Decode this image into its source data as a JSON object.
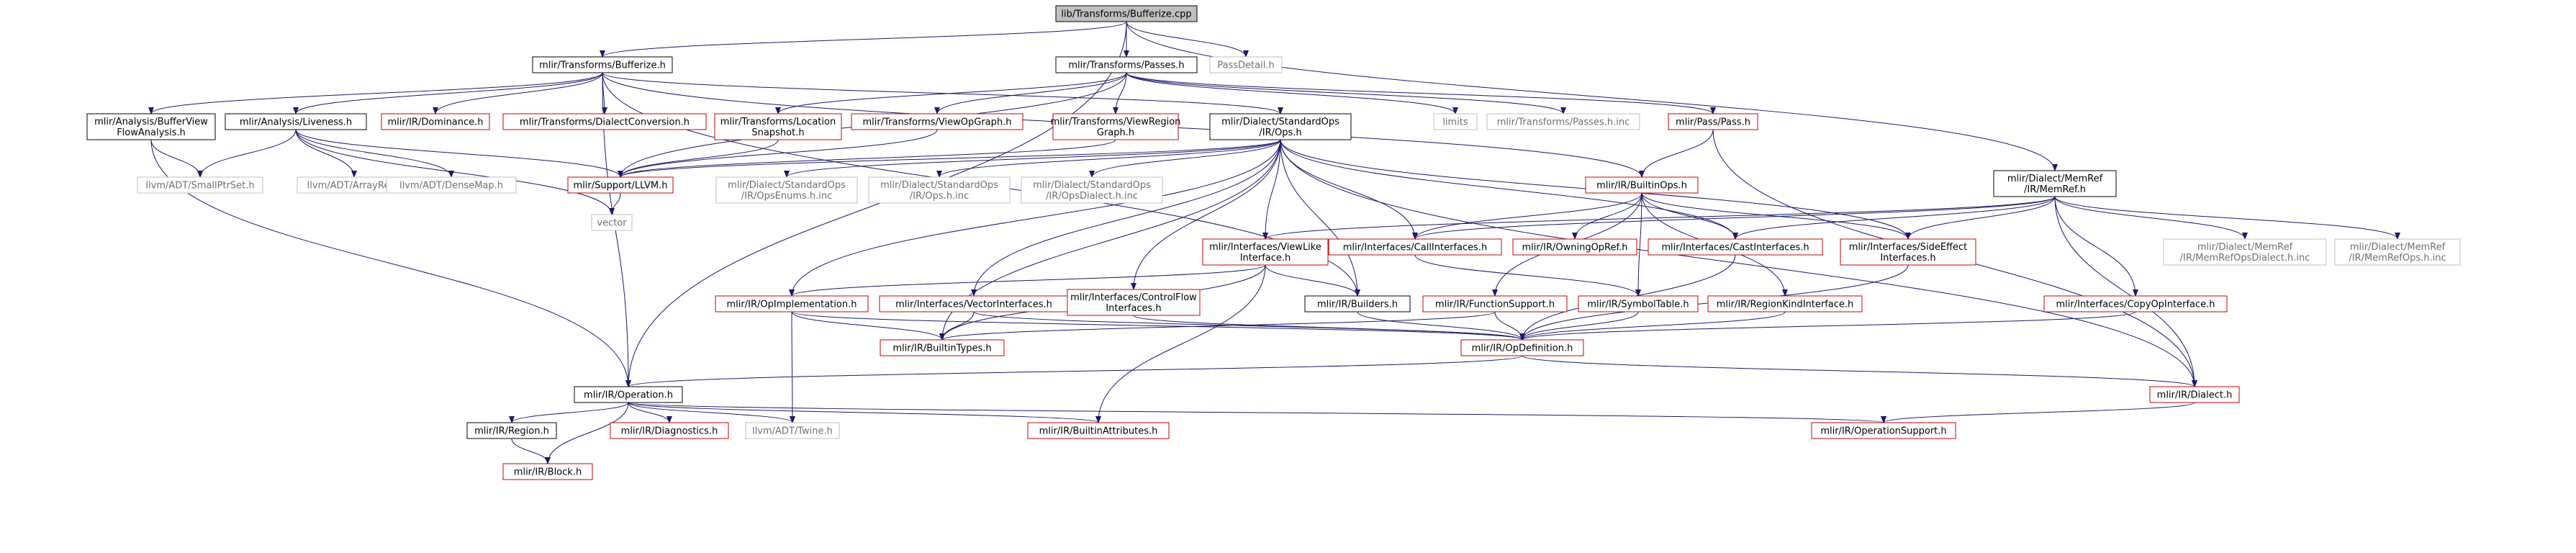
{
  "colors": {
    "edge": "#191970",
    "box_normal": "#000000",
    "box_red": "#cc0000",
    "box_grey": "#bfbfbf",
    "root_fill": "#bfbfbf",
    "text_grey": "#6f6f6f"
  },
  "nodes": {
    "root": {
      "lines": [
        "lib/Transforms/Bufferize.cpp"
      ],
      "style": "root"
    },
    "bufferize_h": {
      "lines": [
        "mlir/Transforms/Bufferize.h"
      ],
      "style": "normal"
    },
    "passes_h": {
      "lines": [
        "mlir/Transforms/Passes.h"
      ],
      "style": "normal"
    },
    "passdetail_h": {
      "lines": [
        "PassDetail.h"
      ],
      "style": "grey"
    },
    "buffer_view_flow": {
      "lines": [
        "mlir/Analysis/BufferView",
        "FlowAnalysis.h"
      ],
      "style": "normal"
    },
    "liveness_h": {
      "lines": [
        "mlir/Analysis/Liveness.h"
      ],
      "style": "normal"
    },
    "dominance_h": {
      "lines": [
        "mlir/IR/Dominance.h"
      ],
      "style": "red"
    },
    "dialect_conversion_h": {
      "lines": [
        "mlir/Transforms/DialectConversion.h"
      ],
      "style": "red"
    },
    "location_snapshot_h": {
      "lines": [
        "mlir/Transforms/Location",
        "Snapshot.h"
      ],
      "style": "red"
    },
    "view_op_graph_h": {
      "lines": [
        "mlir/Transforms/ViewOpGraph.h"
      ],
      "style": "red"
    },
    "view_region_graph_h": {
      "lines": [
        "mlir/Transforms/ViewRegion",
        "Graph.h"
      ],
      "style": "red"
    },
    "standard_ops_h": {
      "lines": [
        "mlir/Dialect/StandardOps",
        "/IR/Ops.h"
      ],
      "style": "normal"
    },
    "limits": {
      "lines": [
        "limits"
      ],
      "style": "grey"
    },
    "passes_h_inc": {
      "lines": [
        "mlir/Transforms/Passes.h.inc"
      ],
      "style": "grey"
    },
    "pass_h": {
      "lines": [
        "mlir/Pass/Pass.h"
      ],
      "style": "red"
    },
    "small_ptr_set": {
      "lines": [
        "llvm/ADT/SmallPtrSet.h"
      ],
      "style": "grey"
    },
    "array_ref": {
      "lines": [
        "llvm/ADT/ArrayRef.h"
      ],
      "style": "grey"
    },
    "dense_map": {
      "lines": [
        "llvm/ADT/DenseMap.h"
      ],
      "style": "grey"
    },
    "support_llvm_h": {
      "lines": [
        "mlir/Support/LLVM.h"
      ],
      "style": "red"
    },
    "vector": {
      "lines": [
        "vector"
      ],
      "style": "grey"
    },
    "ops_enums_inc": {
      "lines": [
        "mlir/Dialect/StandardOps",
        "/IR/OpsEnums.h.inc"
      ],
      "style": "grey"
    },
    "ops_h_inc": {
      "lines": [
        "mlir/Dialect/StandardOps",
        "/IR/Ops.h.inc"
      ],
      "style": "grey"
    },
    "ops_dialect_inc": {
      "lines": [
        "mlir/Dialect/StandardOps",
        "/IR/OpsDialect.h.inc"
      ],
      "style": "grey"
    },
    "builtin_ops_h": {
      "lines": [
        "mlir/IR/BuiltinOps.h"
      ],
      "style": "red"
    },
    "memref_h": {
      "lines": [
        "mlir/Dialect/MemRef",
        "/IR/MemRef.h"
      ],
      "style": "normal"
    },
    "view_like_interface_h": {
      "lines": [
        "mlir/Interfaces/ViewLike",
        "Interface.h"
      ],
      "style": "red"
    },
    "call_interfaces_h": {
      "lines": [
        "mlir/Interfaces/CallInterfaces.h"
      ],
      "style": "red"
    },
    "owning_op_ref_h": {
      "lines": [
        "mlir/IR/OwningOpRef.h"
      ],
      "style": "red"
    },
    "cast_interfaces_h": {
      "lines": [
        "mlir/Interfaces/CastInterfaces.h"
      ],
      "style": "red"
    },
    "side_effect_interfaces_h": {
      "lines": [
        "mlir/Interfaces/SideEffect",
        "Interfaces.h"
      ],
      "style": "red"
    },
    "memref_ops_dialect_inc": {
      "lines": [
        "mlir/Dialect/MemRef",
        "/IR/MemRefOpsDialect.h.inc"
      ],
      "style": "grey"
    },
    "memref_ops_inc": {
      "lines": [
        "mlir/Dialect/MemRef",
        "/IR/MemRefOps.h.inc"
      ],
      "style": "grey"
    },
    "op_implementation_h": {
      "lines": [
        "mlir/IR/OpImplementation.h"
      ],
      "style": "red"
    },
    "vector_interfaces_h": {
      "lines": [
        "mlir/Interfaces/VectorInterfaces.h"
      ],
      "style": "red"
    },
    "control_flow_interfaces_h": {
      "lines": [
        "mlir/Interfaces/ControlFlow",
        "Interfaces.h"
      ],
      "style": "red"
    },
    "builders_h": {
      "lines": [
        "mlir/IR/Builders.h"
      ],
      "style": "normal"
    },
    "function_support_h": {
      "lines": [
        "mlir/IR/FunctionSupport.h"
      ],
      "style": "red"
    },
    "symbol_table_h": {
      "lines": [
        "mlir/IR/SymbolTable.h"
      ],
      "style": "red"
    },
    "region_kind_interface_h": {
      "lines": [
        "mlir/IR/RegionKindInterface.h"
      ],
      "style": "red"
    },
    "copy_op_interface_h": {
      "lines": [
        "mlir/Interfaces/CopyOpInterface.h"
      ],
      "style": "red"
    },
    "builtin_types_h": {
      "lines": [
        "mlir/IR/BuiltinTypes.h"
      ],
      "style": "red"
    },
    "op_definition_h": {
      "lines": [
        "mlir/IR/OpDefinition.h"
      ],
      "style": "red"
    },
    "operation_h": {
      "lines": [
        "mlir/IR/Operation.h"
      ],
      "style": "normal"
    },
    "dialect_h": {
      "lines": [
        "mlir/IR/Dialect.h"
      ],
      "style": "red"
    },
    "region_h": {
      "lines": [
        "mlir/IR/Region.h"
      ],
      "style": "normal"
    },
    "diagnostics_h": {
      "lines": [
        "mlir/IR/Diagnostics.h"
      ],
      "style": "red"
    },
    "twine_h": {
      "lines": [
        "llvm/ADT/Twine.h"
      ],
      "style": "grey"
    },
    "builtin_attributes_h": {
      "lines": [
        "mlir/IR/BuiltinAttributes.h"
      ],
      "style": "red"
    },
    "operation_support_h": {
      "lines": [
        "mlir/IR/OperationSupport.h"
      ],
      "style": "red"
    },
    "block_h": {
      "lines": [
        "mlir/IR/Block.h"
      ],
      "style": "red"
    }
  },
  "edges": [
    [
      "root",
      "bufferize_h"
    ],
    [
      "root",
      "passes_h"
    ],
    [
      "root",
      "passdetail_h"
    ],
    [
      "root",
      "memref_h"
    ],
    [
      "root",
      "operation_h"
    ],
    [
      "bufferize_h",
      "buffer_view_flow"
    ],
    [
      "bufferize_h",
      "liveness_h"
    ],
    [
      "bufferize_h",
      "dominance_h"
    ],
    [
      "bufferize_h",
      "dialect_conversion_h"
    ],
    [
      "bufferize_h",
      "standard_ops_h"
    ],
    [
      "bufferize_h",
      "builtin_ops_h"
    ],
    [
      "bufferize_h",
      "builders_h"
    ],
    [
      "bufferize_h",
      "operation_h"
    ],
    [
      "passes_h",
      "location_snapshot_h"
    ],
    [
      "passes_h",
      "view_op_graph_h"
    ],
    [
      "passes_h",
      "view_region_graph_h"
    ],
    [
      "passes_h",
      "limits"
    ],
    [
      "passes_h",
      "passes_h_inc"
    ],
    [
      "passes_h",
      "pass_h"
    ],
    [
      "passes_h",
      "support_llvm_h"
    ],
    [
      "buffer_view_flow",
      "small_ptr_set"
    ],
    [
      "buffer_view_flow",
      "operation_h"
    ],
    [
      "liveness_h",
      "small_ptr_set"
    ],
    [
      "liveness_h",
      "array_ref"
    ],
    [
      "liveness_h",
      "dense_map"
    ],
    [
      "liveness_h",
      "support_llvm_h"
    ],
    [
      "liveness_h",
      "vector"
    ],
    [
      "location_snapshot_h",
      "support_llvm_h"
    ],
    [
      "view_op_graph_h",
      "support_llvm_h"
    ],
    [
      "view_region_graph_h",
      "support_llvm_h"
    ],
    [
      "standard_ops_h",
      "support_llvm_h"
    ],
    [
      "standard_ops_h",
      "ops_enums_inc"
    ],
    [
      "standard_ops_h",
      "ops_h_inc"
    ],
    [
      "standard_ops_h",
      "ops_dialect_inc"
    ],
    [
      "standard_ops_h",
      "view_like_interface_h"
    ],
    [
      "standard_ops_h",
      "call_interfaces_h"
    ],
    [
      "standard_ops_h",
      "cast_interfaces_h"
    ],
    [
      "standard_ops_h",
      "side_effect_interfaces_h"
    ],
    [
      "standard_ops_h",
      "op_implementation_h"
    ],
    [
      "standard_ops_h",
      "vector_interfaces_h"
    ],
    [
      "standard_ops_h",
      "control_flow_interfaces_h"
    ],
    [
      "standard_ops_h",
      "builders_h"
    ],
    [
      "standard_ops_h",
      "builtin_types_h"
    ],
    [
      "standard_ops_h",
      "dialect_h"
    ],
    [
      "pass_h",
      "builtin_ops_h"
    ],
    [
      "pass_h",
      "dialect_h"
    ],
    [
      "support_llvm_h",
      "vector"
    ],
    [
      "builtin_ops_h",
      "call_interfaces_h"
    ],
    [
      "builtin_ops_h",
      "owning_op_ref_h"
    ],
    [
      "builtin_ops_h",
      "cast_interfaces_h"
    ],
    [
      "builtin_ops_h",
      "side_effect_interfaces_h"
    ],
    [
      "builtin_ops_h",
      "function_support_h"
    ],
    [
      "builtin_ops_h",
      "symbol_table_h"
    ],
    [
      "builtin_ops_h",
      "region_kind_interface_h"
    ],
    [
      "memref_h",
      "view_like_interface_h"
    ],
    [
      "memref_h",
      "call_interfaces_h"
    ],
    [
      "memref_h",
      "cast_interfaces_h"
    ],
    [
      "memref_h",
      "side_effect_interfaces_h"
    ],
    [
      "memref_h",
      "copy_op_interface_h"
    ],
    [
      "memref_h",
      "memref_ops_dialect_inc"
    ],
    [
      "memref_h",
      "memref_ops_inc"
    ],
    [
      "memref_h",
      "dialect_h"
    ],
    [
      "view_like_interface_h",
      "op_implementation_h"
    ],
    [
      "view_like_interface_h",
      "builders_h"
    ],
    [
      "view_like_interface_h",
      "builtin_types_h"
    ],
    [
      "view_like_interface_h",
      "builtin_attributes_h"
    ],
    [
      "call_interfaces_h",
      "symbol_table_h"
    ],
    [
      "cast_interfaces_h",
      "op_definition_h"
    ],
    [
      "side_effect_interfaces_h",
      "op_definition_h"
    ],
    [
      "op_implementation_h",
      "builtin_types_h"
    ],
    [
      "op_implementation_h",
      "op_definition_h"
    ],
    [
      "op_implementation_h",
      "twine_h"
    ],
    [
      "vector_interfaces_h",
      "builtin_types_h"
    ],
    [
      "vector_interfaces_h",
      "op_definition_h"
    ],
    [
      "control_flow_interfaces_h",
      "op_definition_h"
    ],
    [
      "builders_h",
      "op_definition_h"
    ],
    [
      "function_support_h",
      "builtin_types_h"
    ],
    [
      "function_support_h",
      "op_definition_h"
    ],
    [
      "symbol_table_h",
      "op_definition_h"
    ],
    [
      "region_kind_interface_h",
      "op_definition_h"
    ],
    [
      "copy_op_interface_h",
      "op_definition_h"
    ],
    [
      "op_definition_h",
      "operation_h"
    ],
    [
      "op_definition_h",
      "dialect_h"
    ],
    [
      "operation_h",
      "region_h"
    ],
    [
      "operation_h",
      "block_h"
    ],
    [
      "operation_h",
      "diagnostics_h"
    ],
    [
      "operation_h",
      "twine_h"
    ],
    [
      "operation_h",
      "builtin_attributes_h"
    ],
    [
      "operation_h",
      "operation_support_h"
    ],
    [
      "region_h",
      "block_h"
    ],
    [
      "dialect_h",
      "operation_support_h"
    ]
  ]
}
